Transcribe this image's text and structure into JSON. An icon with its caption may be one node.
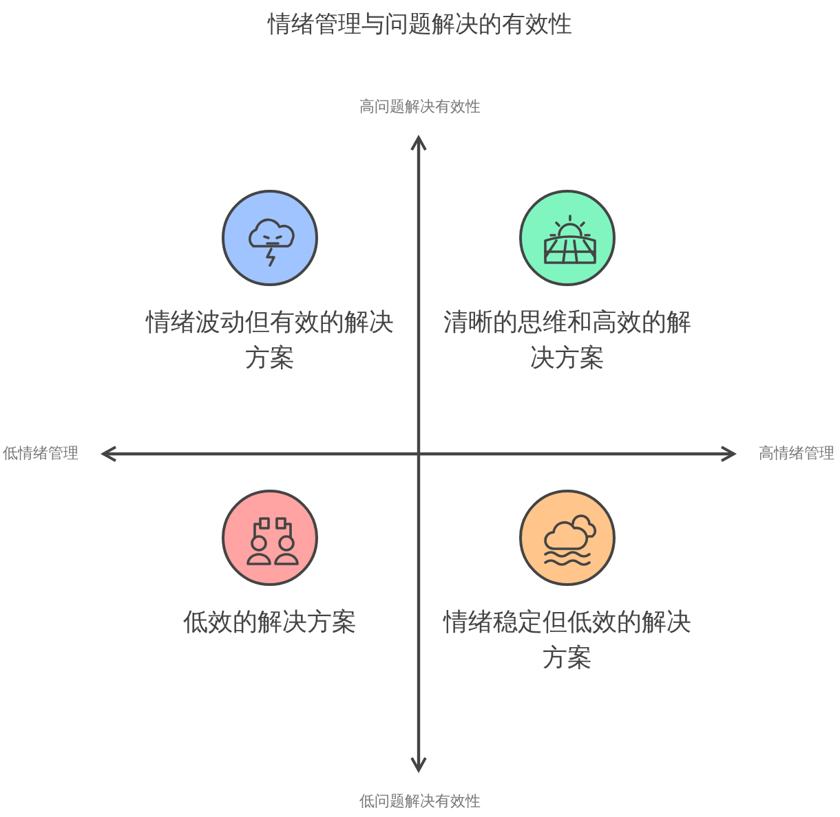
{
  "diagram": {
    "title": "情绪管理与问题解决的有效性",
    "nodes": [
      {
        "text": [
          "情绪波动但有效的解决方案"
        ]
      },
      {
        "text": [
          "清晰的思维和高效的解决方案"
        ]
      },
      {
        "text": [
          "低效的解决方案"
        ]
      },
      {
        "text": [
          "情绪稳定但低效的解决方案"
        ]
      }
    ],
    "labels": [
      "高问题解决有效性",
      "低情绪管理",
      "高情绪管理",
      "低问题解决有效性"
    ]
  }
}
